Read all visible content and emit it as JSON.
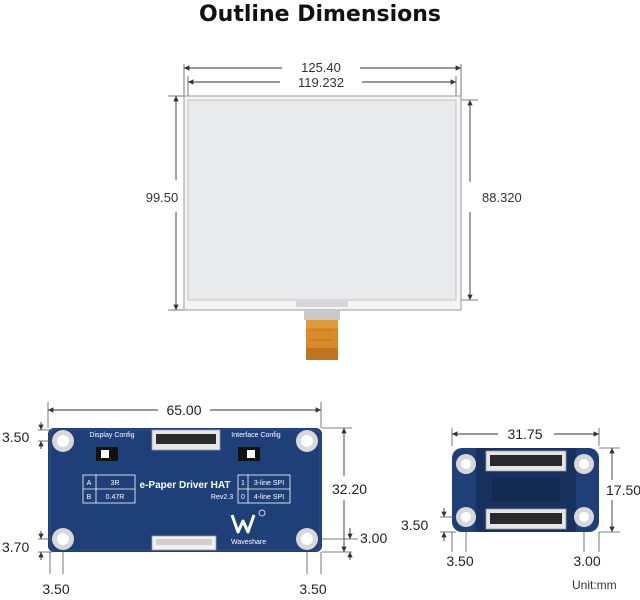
{
  "title": "Outline Dimensions",
  "panel": {
    "dim_outer_width": "125.40",
    "dim_active_width": "119.232",
    "dim_outer_height": "99.50",
    "dim_active_height": "88.320"
  },
  "hat": {
    "dim_width": "65.00",
    "dim_height": "32.20",
    "dim_top_hole": "3.50",
    "dim_bottom_hole": "3.70",
    "dim_left_hole": "3.50",
    "dim_right_hole_x": "3.50",
    "dim_right_hole_y": "3.00",
    "display_config_label": "Display Config",
    "interface_config_label": "Interface Config",
    "config_table": [
      {
        "key": "A",
        "value": "3R"
      },
      {
        "key": "B",
        "value": "0.47R"
      }
    ],
    "interface_table": [
      {
        "key": "1",
        "value": "3-line SPI"
      },
      {
        "key": "0",
        "value": "4-line SPI"
      }
    ],
    "board_name": "e-Paper Driver HAT",
    "revision": "Rev2.3",
    "brand": "Waveshare"
  },
  "adapter": {
    "dim_width": "31.75",
    "dim_height": "17.50",
    "dim_left_hole_y": "3.50",
    "dim_left_hole_x": "3.50",
    "dim_right_hole_x": "3.00"
  },
  "unit_label": "Unit:mm",
  "colors": {
    "pcb_blue": "#1f3f78",
    "pcb_blue_dark": "#17325f",
    "panel_gray": "#e9eaec",
    "fpc_orange": "#d98a2b"
  }
}
